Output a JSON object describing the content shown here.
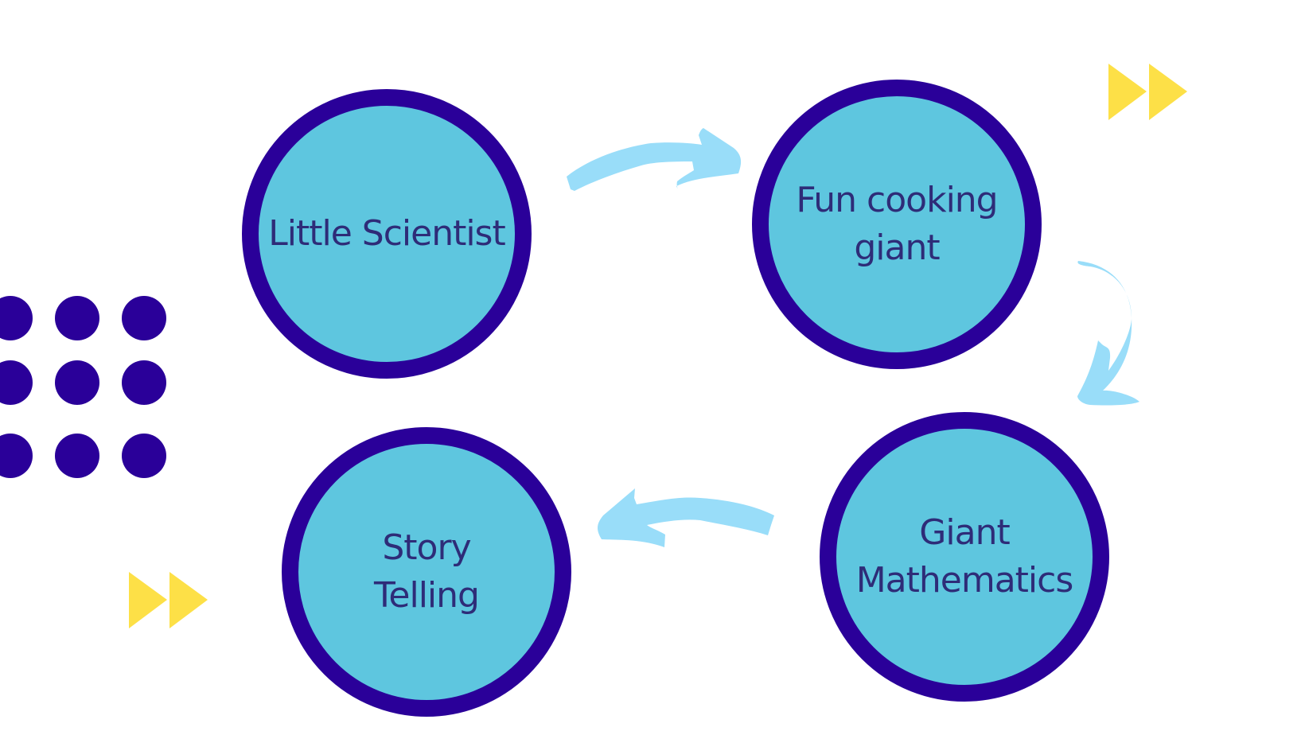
{
  "nodes": [
    {
      "id": "little-scientist",
      "label": "Little Scientist"
    },
    {
      "id": "fun-cooking-giant",
      "label": "Fun cooking giant"
    },
    {
      "id": "giant-mathematics",
      "label": "Giant Mathematics"
    },
    {
      "id": "story-telling",
      "label": "Story Telling"
    }
  ],
  "flow": [
    "little-scientist",
    "fun-cooking-giant",
    "giant-mathematics",
    "story-telling"
  ],
  "colors": {
    "ring": "#2a0099",
    "fill": "#5ec6df",
    "text": "#2e2c78",
    "arrow": "#99ddf9",
    "accent": "#fde047",
    "dots": "#2a0099"
  }
}
